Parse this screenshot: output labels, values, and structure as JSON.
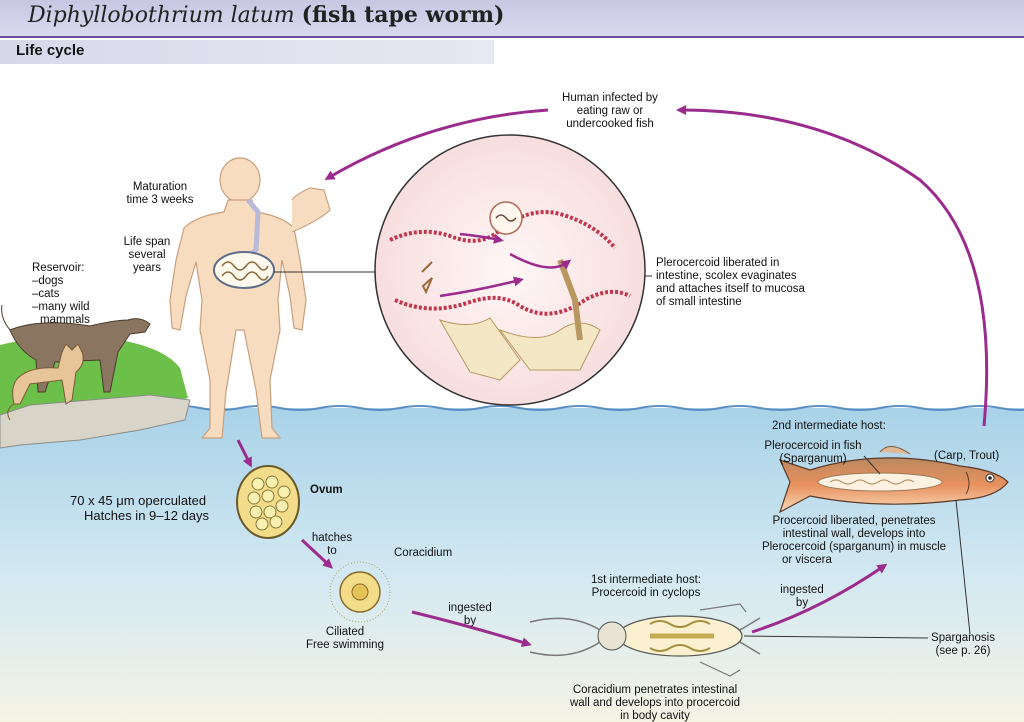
{
  "title": {
    "species": "Diphyllobothrium latum",
    "common": "(fish tape worm)"
  },
  "subtitle": "Life cycle",
  "labels": {
    "human_infected": [
      "Human infected by",
      "eating raw or",
      "undercooked fish"
    ],
    "maturation": [
      "Maturation",
      "time 3 weeks"
    ],
    "life_span": [
      "Life span",
      "several",
      "years"
    ],
    "reservoir": [
      "Reservoir:",
      "–dogs",
      "–cats",
      "–many wild",
      "mammals"
    ],
    "plerocercoid_liberated": [
      "Plerocercoid liberated in",
      "intestine, scolex evaginates",
      "and attaches itself to mucosa",
      "of small intestine"
    ],
    "second_host": "2nd intermediate host:",
    "plerocercoid_in_fish": [
      "Plerocercoid in fish",
      "(Sparganum)"
    ],
    "carp_trout": "(Carp, Trout)",
    "egg_size": [
      "70 x 45 μm operculated",
      "Hatches in 9–12 days"
    ],
    "ovum": "Ovum",
    "hatches_to": [
      "hatches",
      "to"
    ],
    "coracidium": "Coracidium",
    "ciliated": [
      "Ciliated",
      "Free swimming"
    ],
    "ingested_by_1": [
      "ingested",
      "by"
    ],
    "first_host": [
      "1st intermediate host:",
      "Procercoid in cyclops"
    ],
    "ingested_by_2": [
      "ingested",
      "by"
    ],
    "procercoid_liberated": [
      "Procercoid liberated, penetrates",
      "intestinal wall, develops into",
      "Plerocercoid (sparganum) in muscle",
      "or viscera"
    ],
    "sparganosis": [
      "Sparganosis",
      "(see p. 26)"
    ],
    "coracidium_penetrates": [
      "Coracidium penetrates intestinal",
      "wall and develops into procercoid",
      "in body cavity"
    ]
  },
  "colors": {
    "arrow": "#9b2c8e",
    "water": "#bfdcec",
    "title_bar": "#cfcfe8",
    "grass": "#6cc04a",
    "skin": "#f8dcc0"
  }
}
